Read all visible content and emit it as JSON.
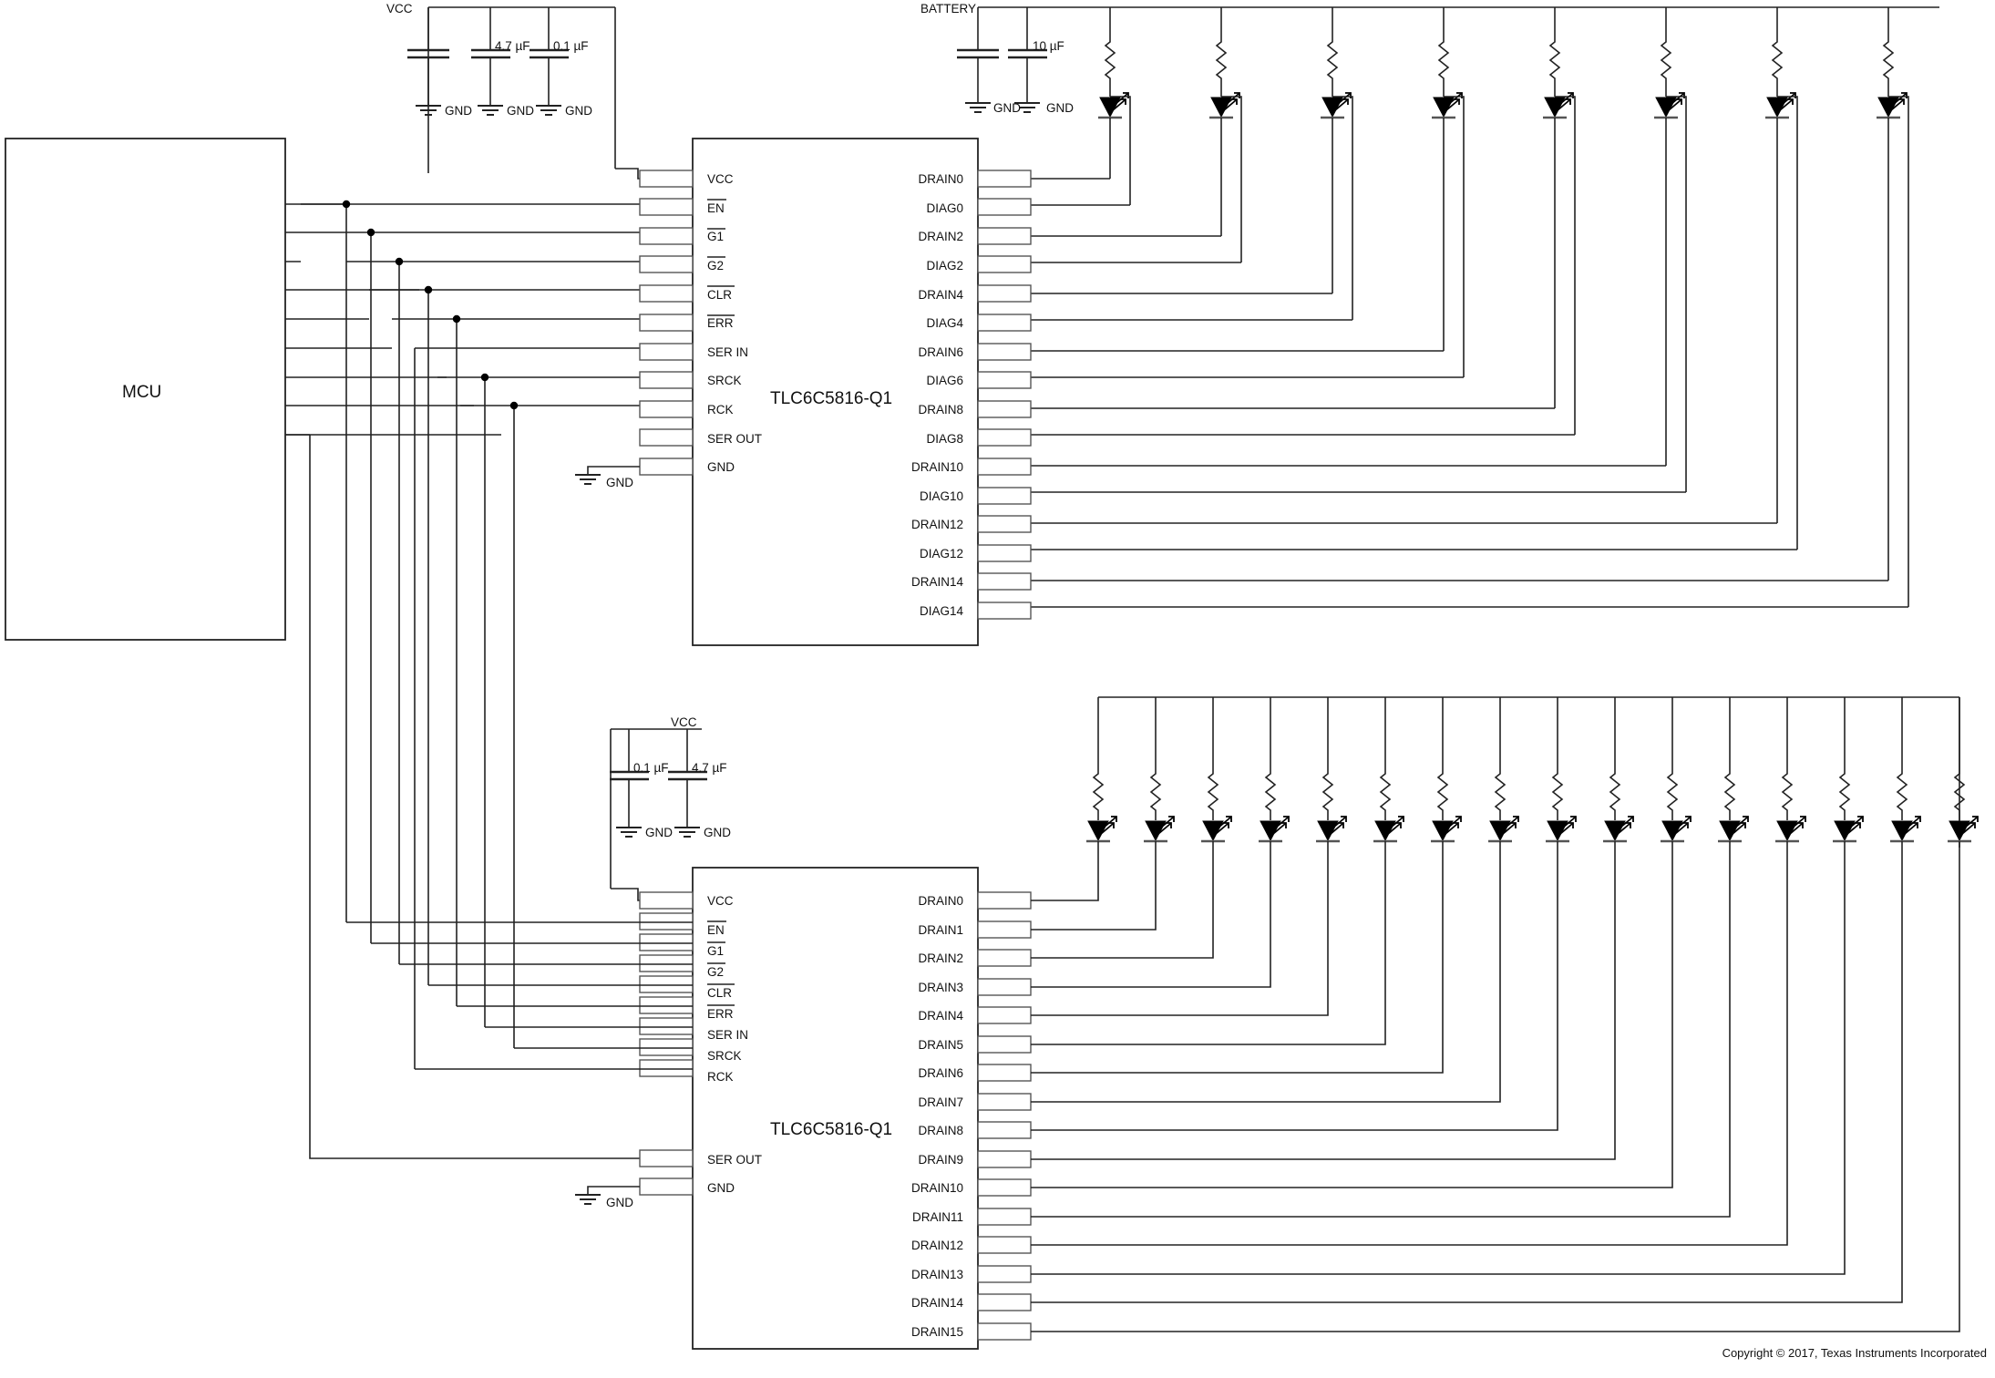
{
  "diagram": {
    "title": "TLC6C5816-Q1 dual LED driver application schematic",
    "copyright": "Copyright © 2017, Texas Instruments Incorporated"
  },
  "mcu": {
    "label": "MCU"
  },
  "power_top": {
    "rail_label": "VCC",
    "caps": [
      {
        "value": "4.7 µF",
        "gnd": "GND"
      },
      {
        "value": "0.1 µF",
        "gnd": "GND"
      }
    ],
    "source_gnd": "GND"
  },
  "power_bottom": {
    "rail_label": "VCC",
    "caps": [
      {
        "value": "0.1 µF",
        "gnd": "GND"
      },
      {
        "value": "4.7 µF",
        "gnd": "GND"
      }
    ]
  },
  "battery": {
    "rail_label": "BATTERY",
    "cap": {
      "value": "10 µF",
      "gnd": "GND"
    },
    "source_gnd": "GND"
  },
  "ic1": {
    "name": "TLC6C5816-Q1",
    "gnd_symbol_label": "GND",
    "left_pins": [
      "VCC",
      "EN",
      "G1",
      "G2",
      "CLR",
      "ERR",
      "SER IN",
      "SRCK",
      "RCK",
      "SER OUT",
      "GND"
    ],
    "left_pins_overbar": [
      false,
      true,
      true,
      true,
      true,
      true,
      false,
      false,
      false,
      false,
      false
    ],
    "right_pins": [
      "DRAIN0",
      "DIAG0",
      "DRAIN2",
      "DIAG2",
      "DRAIN4",
      "DIAG4",
      "DRAIN6",
      "DIAG6",
      "DRAIN8",
      "DIAG8",
      "DRAIN10",
      "DIAG10",
      "DRAIN12",
      "DIAG12",
      "DRAIN14",
      "DIAG14"
    ]
  },
  "ic2": {
    "name": "TLC6C5816-Q1",
    "gnd_symbol_label": "GND",
    "left_pins": [
      "VCC",
      "EN",
      "G1",
      "G2",
      "CLR",
      "ERR",
      "SER IN",
      "SRCK",
      "RCK",
      "SER OUT",
      "GND"
    ],
    "left_pins_overbar": [
      false,
      true,
      true,
      true,
      true,
      true,
      false,
      false,
      false,
      false,
      false
    ],
    "right_pins": [
      "DRAIN0",
      "DRAIN1",
      "DRAIN2",
      "DRAIN3",
      "DRAIN4",
      "DRAIN5",
      "DRAIN6",
      "DRAIN7",
      "DRAIN8",
      "DRAIN9",
      "DRAIN10",
      "DRAIN11",
      "DRAIN12",
      "DRAIN13",
      "DRAIN14",
      "DRAIN15"
    ]
  },
  "led_bank_top": {
    "count": 8,
    "component": "led-with-series-resistor"
  },
  "led_bank_bottom": {
    "count": 16,
    "component": "led-with-series-resistor"
  },
  "colors": {
    "wire": "#3c3c3c",
    "outline": "#222222",
    "text": "#111111"
  }
}
